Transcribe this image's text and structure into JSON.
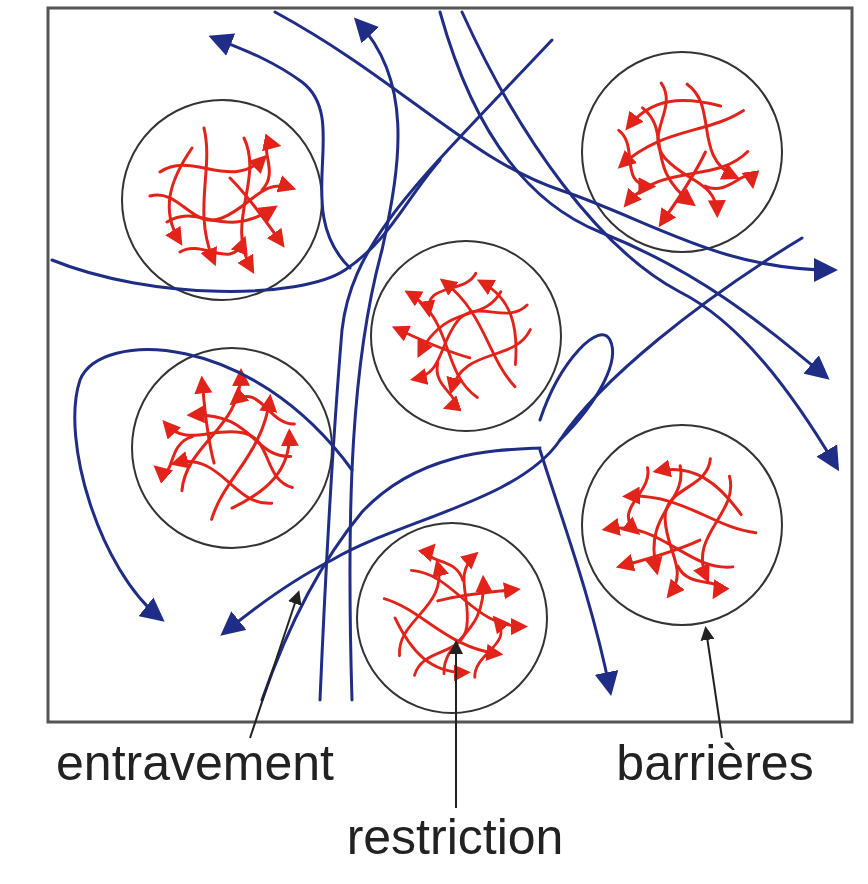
{
  "diagram": {
    "labels": [
      "entravement",
      "restriction",
      "barrières"
    ]
  }
}
